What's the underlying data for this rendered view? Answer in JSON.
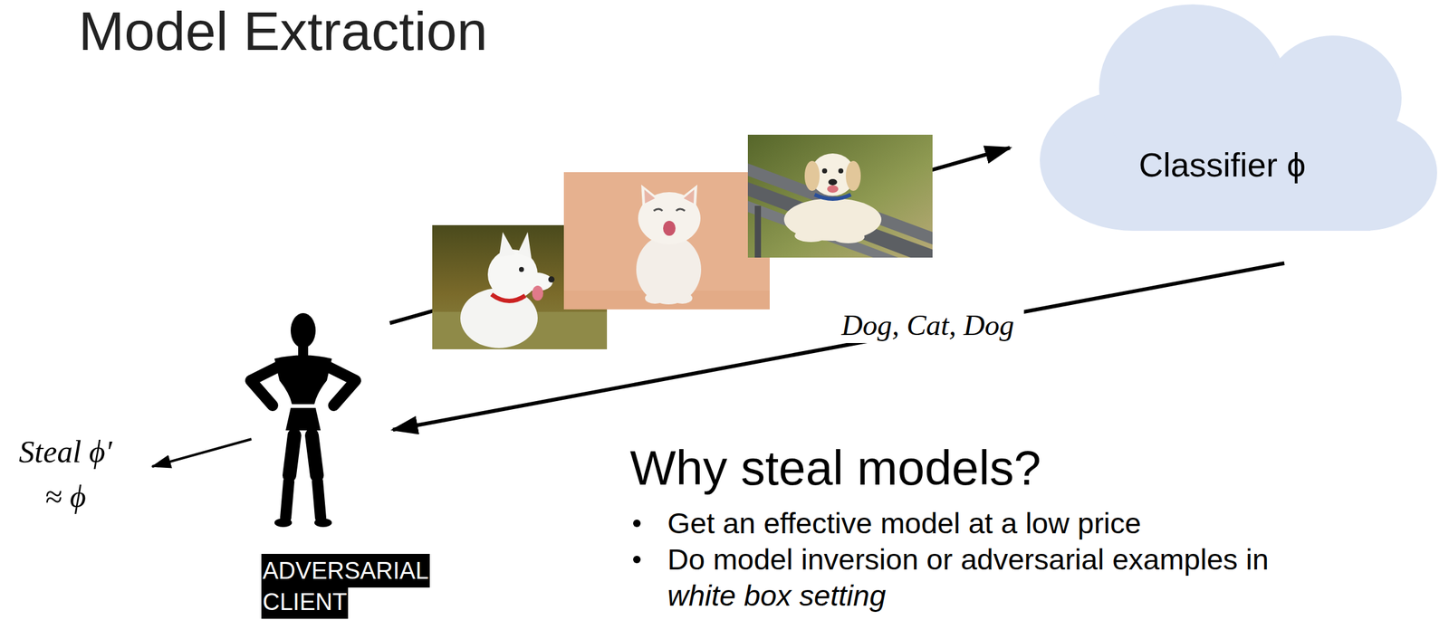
{
  "diagram": {
    "title": "Model Extraction",
    "nodes": [
      {
        "text": [
          "Classifier ϕ"
        ]
      },
      {
        "text": [
          "ADVERSARIAL CLIENT"
        ]
      }
    ],
    "edges": [
      {
        "from": 1,
        "to": 0,
        "arrow": "to"
      },
      {
        "from": 0,
        "to": 1,
        "label": "Dog, Cat, Dog",
        "arrow": "to"
      }
    ],
    "labels": [
      "Steal ϕ′ ≈ ϕ",
      "Why steal models?",
      "Get an effective model at a low price",
      "Do model inversion or adversarial examples in",
      "white box setting"
    ]
  }
}
